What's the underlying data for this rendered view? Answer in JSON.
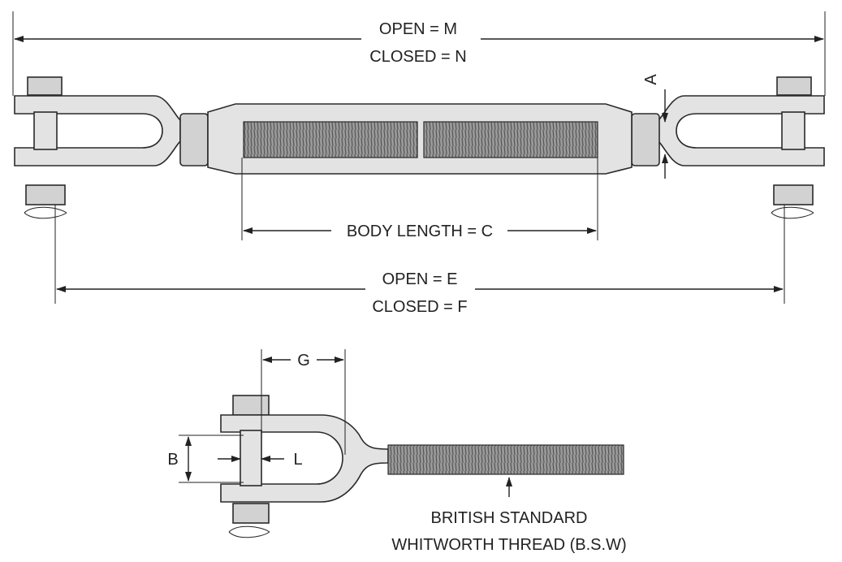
{
  "labels": {
    "overall_open": "OPEN = M",
    "overall_closed": "CLOSED = N",
    "a": "A",
    "body_length": "BODY LENGTH = C",
    "pin_open": "OPEN = E",
    "pin_closed": "CLOSED = F",
    "g": "G",
    "b": "B",
    "l": "L",
    "thread_line1": "BRITISH STANDARD",
    "thread_line2": "WHITWORTH THREAD (B.S.W)"
  }
}
